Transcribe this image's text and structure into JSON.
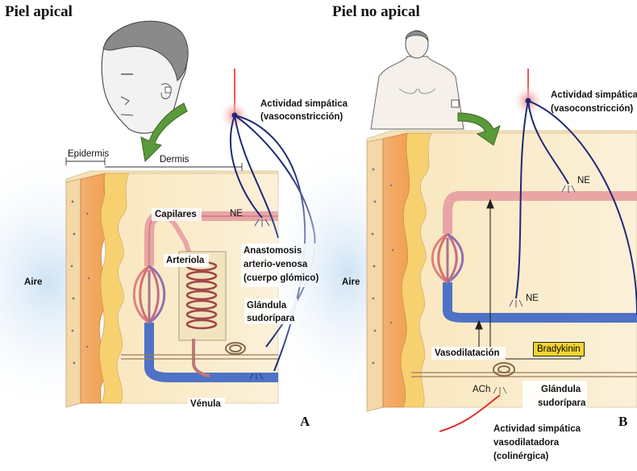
{
  "panel_a": {
    "title": "Piel apical",
    "letter": "A",
    "labels": {
      "epidermis": "Epidermis",
      "dermis": "Dermis",
      "capilares": "Capilares",
      "arteriola": "Arteriola",
      "ne": "NE",
      "anastomosis_1": "Anastomosis",
      "anastomosis_2": "arterio-venosa",
      "anastomosis_3": "(cuerpo glómico)",
      "glandula_1": "Glándula",
      "glandula_2": "sudorípara",
      "aire": "Aire",
      "venula": "Vénula",
      "actividad_1": "Actividad simpática",
      "actividad_2": "(vasoconstricción)"
    }
  },
  "panel_b": {
    "title": "Piel no apical",
    "letter": "B",
    "labels": {
      "actividad_1": "Actividad simpática",
      "actividad_2": "(vasoconstricción)",
      "ne_top": "NE",
      "ne_mid": "NE",
      "aire": "Aire",
      "vasodilatacion": "Vasodilatación",
      "bradykinin": "Bradykinin",
      "glandula_1": "Glándula",
      "glandula_2": "sudorípara",
      "ach": "ACh",
      "vasodil_1": "Actividad simpática",
      "vasodil_2": "vasodilatadora",
      "vasodil_3": "(colinérgica)"
    }
  },
  "colors": {
    "artery": "#e6a0a0",
    "vein": "#4a6fc4",
    "nerve": "#1f2a78",
    "arrow": "#5a9a3a",
    "epidermis": "#f0a050",
    "dermis": "#f8e0b0",
    "bradykinin_box": "#f5d530"
  }
}
